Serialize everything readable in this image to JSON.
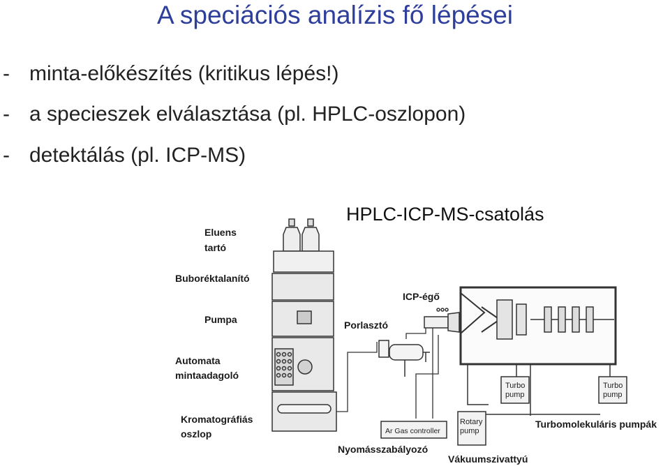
{
  "slide": {
    "title": "A speciációs analízis fő lépései",
    "bullets": [
      {
        "dash": "-",
        "text": "minta-előkészítés (kritikus lépés!)"
      },
      {
        "dash": "-",
        "text": "a specieszek elválasztása (pl. HPLC-oszlopon)"
      },
      {
        "dash": "-",
        "text": "detektálás (pl. ICP-MS)"
      }
    ]
  },
  "figure": {
    "caption": "HPLC-ICP-MS-csatolás",
    "labels": {
      "eluens_line1": "Eluens",
      "eluens_line2": "tartó",
      "buborek": "Buboréktalanító",
      "pumpa": "Pumpa",
      "automata_line1": "Automata",
      "automata_line2": "mintaadagoló",
      "kromat_line1": "Kromatográfiás",
      "kromat_line2": "oszlop",
      "icp_ego": "ICP-égő",
      "porlaszto": "Porlasztó",
      "nyomas": "Nyomásszabályozó",
      "vakuum": "Vákuumszivattyú",
      "turbomol": "Turbomolekuláris pumpák"
    },
    "device_text": {
      "turbo1_a": "Turbo",
      "turbo1_b": "pump",
      "turbo2_a": "Turbo",
      "turbo2_b": "pump",
      "gas_controller": "Ar Gas controller",
      "rotary_a": "Rotary",
      "rotary_b": "pump"
    }
  },
  "colors": {
    "title": "#2e3f9b",
    "text": "#222222",
    "device_stroke": "#333333",
    "device_fill": "#e9e9e9"
  }
}
